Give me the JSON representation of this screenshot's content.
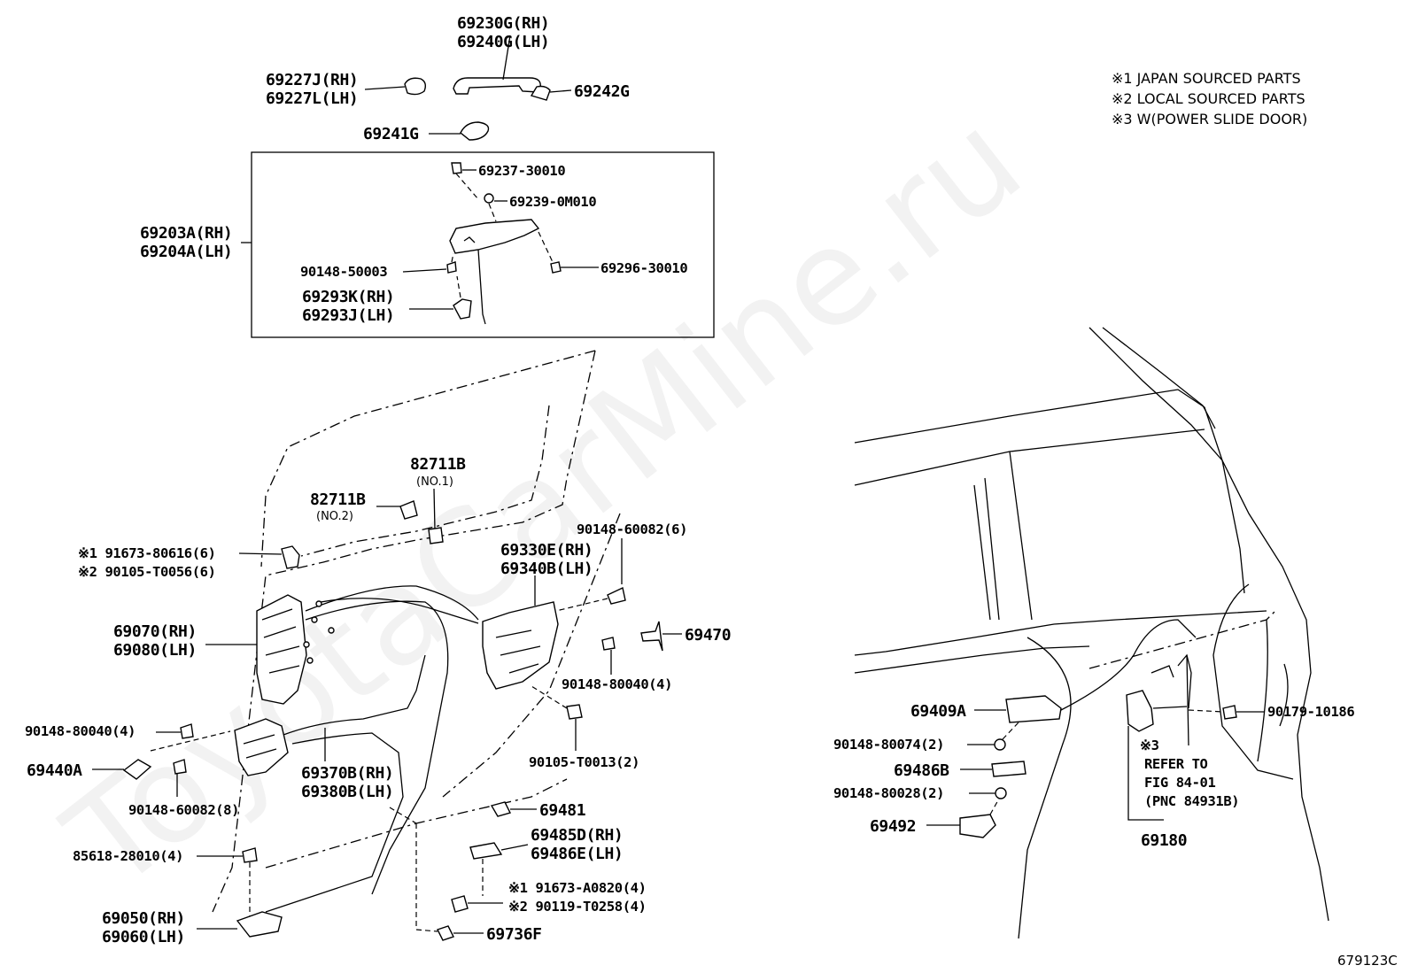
{
  "watermark": "ToyotaCarMine.ru",
  "figure_code": "679123C",
  "notes": [
    "※1 JAPAN SOURCED PARTS",
    "※2 LOCAL SOURCED PARTS",
    "※3 W(POWER SLIDE DOOR)"
  ],
  "labels": {
    "p69230G": "69230G(RH)",
    "p69240G": "69240G(LH)",
    "p69227J": "69227J(RH)",
    "p69227L": "69227L(LH)",
    "p69242G": "69242G",
    "p69241G": "69241G",
    "p69237": "69237-30010",
    "p69239": "69239-0M010",
    "p69203A": "69203A(RH)",
    "p69204A": "69204A(LH)",
    "p90148_50003": "90148-50003",
    "p69296": "69296-30010",
    "p69293K": "69293K(RH)",
    "p69293J": "69293J(LH)",
    "p82711B_no1": "82711B",
    "p82711B_no1_sub": "(NO.1)",
    "p82711B_no2": "82711B",
    "p82711B_no2_sub": "(NO.2)",
    "p91673_80616": "※1 91673-80616(6)",
    "p90105_T0056": "※2 90105-T0056(6)",
    "p90148_60082_6": "90148-60082(6)",
    "p69330E": "69330E(RH)",
    "p69340B": "69340B(LH)",
    "p69070": "69070(RH)",
    "p69080": "69080(LH)",
    "p69470": "69470",
    "p90148_80040_4a": "90148-80040(4)",
    "p90148_80040_4b": "90148-80040(4)",
    "p90105_T0013": "90105-T0013(2)",
    "p69440A": "69440A",
    "p69370B": "69370B(RH)",
    "p69380B": "69380B(LH)",
    "p90148_60082_8": "90148-60082(8)",
    "p69481": "69481",
    "p69485D": "69485D(RH)",
    "p69486E": "69486E(LH)",
    "p85618": "85618-28010(4)",
    "p91673_A0820": "※1 91673-A0820(4)",
    "p90119_T0258": "※2 90119-T0258(4)",
    "p69050": "69050(RH)",
    "p69060": "69060(LH)",
    "p69736F": "69736F",
    "p69409A": "69409A",
    "p90179_10186": "90179-10186",
    "p90148_80074": "90148-80074(2)",
    "p69486B": "69486B",
    "p90148_80028": "90148-80028(2)",
    "p69492": "69492",
    "ref3": "※3",
    "ref_refer": "REFER TO",
    "ref_fig": "FIG 84-01",
    "ref_pnc": "(PNC 84931B)",
    "p69180": "69180"
  }
}
